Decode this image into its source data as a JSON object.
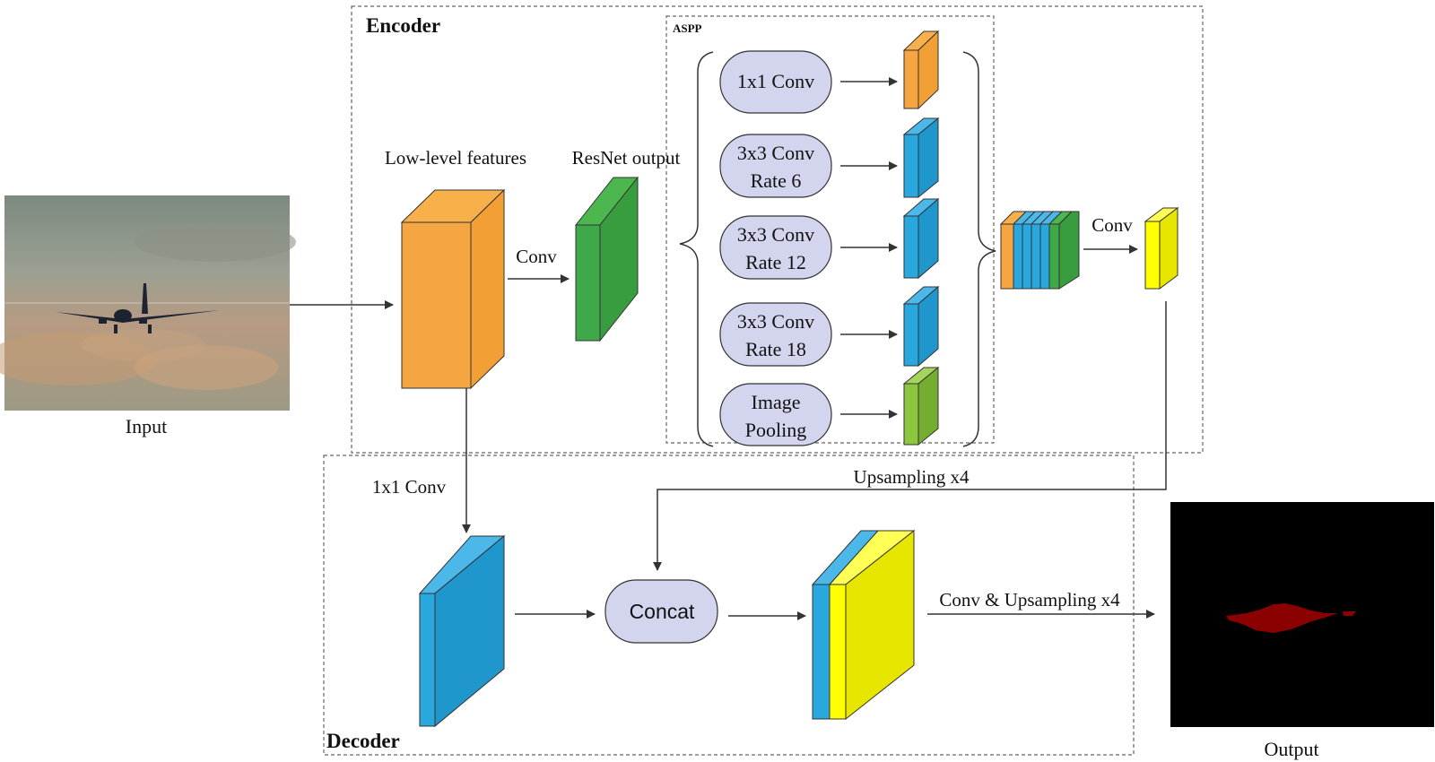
{
  "labels": {
    "encoder": "Encoder",
    "decoder": "Decoder",
    "aspp": "ASPP",
    "input": "Input",
    "output": "Output",
    "low_level_features": "Low-level features",
    "resnet_output": "ResNet output",
    "conv_encoder": "Conv",
    "conv_aspp": "Conv",
    "conv_1x1_decoder": "1x1 Conv",
    "upsampling_x4": "Upsampling x4",
    "conv_upsampling_x4": "Conv & Upsampling x4",
    "concat": "Concat"
  },
  "aspp_branches": [
    {
      "line1": "1x1 Conv",
      "line2": "",
      "color": "#f5a642"
    },
    {
      "line1": "3x3 Conv",
      "line2": "Rate 6",
      "color": "#29a8e0"
    },
    {
      "line1": "3x3 Conv",
      "line2": "Rate 12",
      "color": "#29a8e0"
    },
    {
      "line1": "3x3 Conv",
      "line2": "Rate 18",
      "color": "#29a8e0"
    },
    {
      "line1": "Image",
      "line2": "Pooling",
      "color": "#8cc63f"
    }
  ],
  "colors": {
    "orange": "#f5a642",
    "green": "#3fa94a",
    "blue": "#29a8e0",
    "light_green": "#8cc63f",
    "yellow": "#ffff00",
    "pill_fill": "#d3d5ef",
    "mask": "#8b0000"
  }
}
